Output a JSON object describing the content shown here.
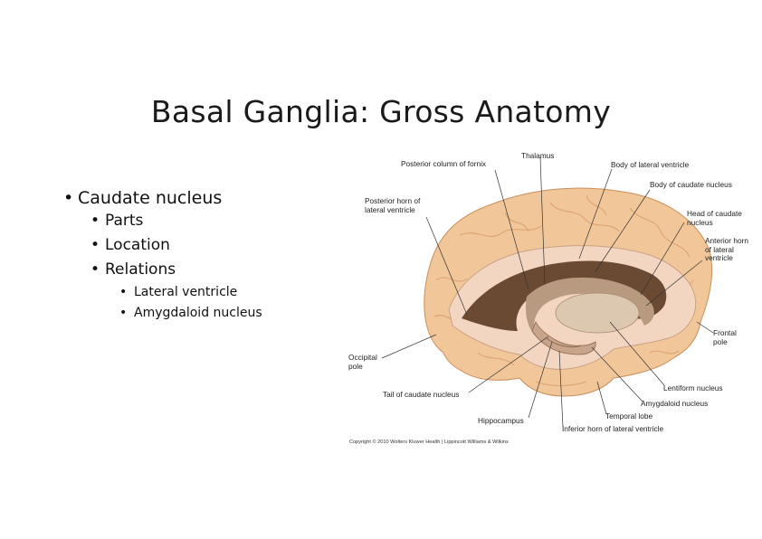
{
  "slide": {
    "title": "Basal Ganglia: Gross Anatomy",
    "bullets": {
      "l1": "Caudate nucleus",
      "l2": [
        "Parts",
        "Location",
        "Relations"
      ],
      "l3": [
        "Lateral ventricle",
        "Amygdaloid nucleus"
      ]
    }
  },
  "figure": {
    "labels": {
      "posterior_column_fornix": "Posterior column of fornix",
      "thalamus": "Thalamus",
      "body_lateral_ventricle": "Body of lateral ventricle",
      "body_caudate": "Body of caudate nucleus",
      "posterior_horn_1": "Posterior horn of",
      "posterior_horn_2": "lateral ventricle",
      "head_caudate_1": "Head of caudate",
      "head_caudate_2": "nucleus",
      "anterior_horn_1": "Anterior horn",
      "anterior_horn_2": "of lateral",
      "anterior_horn_3": "ventricle",
      "frontal_pole_1": "Frontal",
      "frontal_pole_2": "pole",
      "occipital_pole_1": "Occipital",
      "occipital_pole_2": "pole",
      "lentiform": "Lentiform nucleus",
      "tail_caudate": "Tail of caudate nucleus",
      "amygdaloid": "Amygdaloid nucleus",
      "temporal_lobe": "Temporal lobe",
      "hippocampus": "Hippocampus",
      "inferior_horn": "Inferior horn of lateral ventricle"
    },
    "copyright": "Copyright © 2010 Wolters Kluwer Health | Lippincott Williams & Wilkins",
    "colors": {
      "brain_fill": "#f1c79a",
      "brain_shadow": "#d99a63",
      "cut_surface": "#f3d6c2",
      "ventricle_dark": "#6b4a34",
      "caudate": "#b89a80",
      "lentiform": "#dcc8b0"
    }
  }
}
